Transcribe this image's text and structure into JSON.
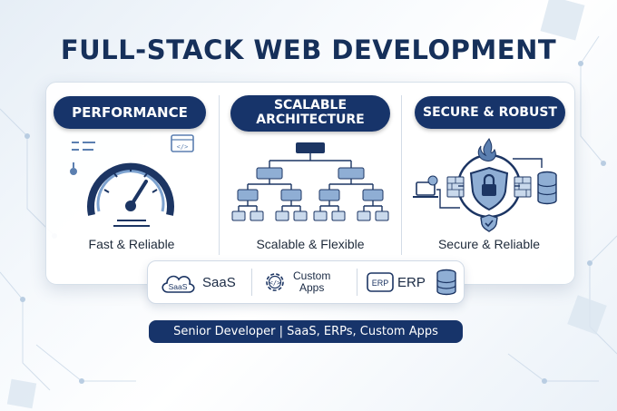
{
  "title": "FULL-STACK WEB DEVELOPMENT",
  "columns": [
    {
      "badge": "PERFORMANCE",
      "caption": "Fast & Reliable",
      "icon": "speedometer-icon"
    },
    {
      "badge_line1": "SCALABLE",
      "badge_line2": "ARCHITECTURE",
      "caption": "Scalable & Flexible",
      "icon": "hierarchy-icon"
    },
    {
      "badge": "SECURE & ROBUST",
      "caption": "Secure & Reliable",
      "icon": "shield-lock-icon"
    }
  ],
  "strip": {
    "saas_icon_text": "SaaS",
    "saas_label": "SaaS",
    "custom_label_line1": "Custom",
    "custom_label_line2": "Apps",
    "erp_icon_text": "ERP",
    "erp_label": "ERP"
  },
  "footer": "Senior Developer | SaaS, ERPs, Custom Apps",
  "colors": {
    "navy": "#17346a",
    "accent": "#5b7fb0",
    "light": "#dfe7f2"
  }
}
